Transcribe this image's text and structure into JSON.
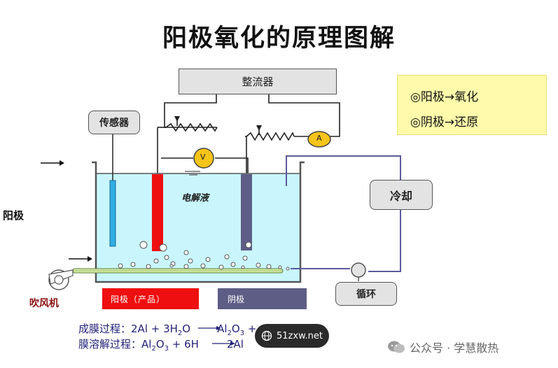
{
  "title": "阳极氧化的原理图解",
  "rectifier": "整流器",
  "sensor": "传感器",
  "cooling": "冷却",
  "circulation": "循环",
  "electrolyte": "电解液",
  "voltmeter": "V",
  "ammeter": "A",
  "notes": [
    "◎阳极→氧化",
    "◎阴极→还原"
  ],
  "anode_side_label": "阳极",
  "blower": "吹风机",
  "product_label": "阳极（产品）",
  "cathode_label": "阴极",
  "equations": {
    "film_formation": {
      "prefix": "成膜过程：",
      "left": "2Al + 3H",
      "sub1": "2",
      "mid": "O",
      "right": "Al",
      "sub2": "2",
      "right2": "O",
      "sub3": "3",
      "tail": " + 6H + 6e"
    },
    "film_dissolution": {
      "prefix": "膜溶解过程：",
      "left": "Al",
      "sub1": "2",
      "mid": "O",
      "sub2": "3",
      "plus": " + 6H",
      "right": "2Al"
    }
  },
  "badge": "51zxw.net",
  "watermark": "公众号 · 学慧散热"
}
